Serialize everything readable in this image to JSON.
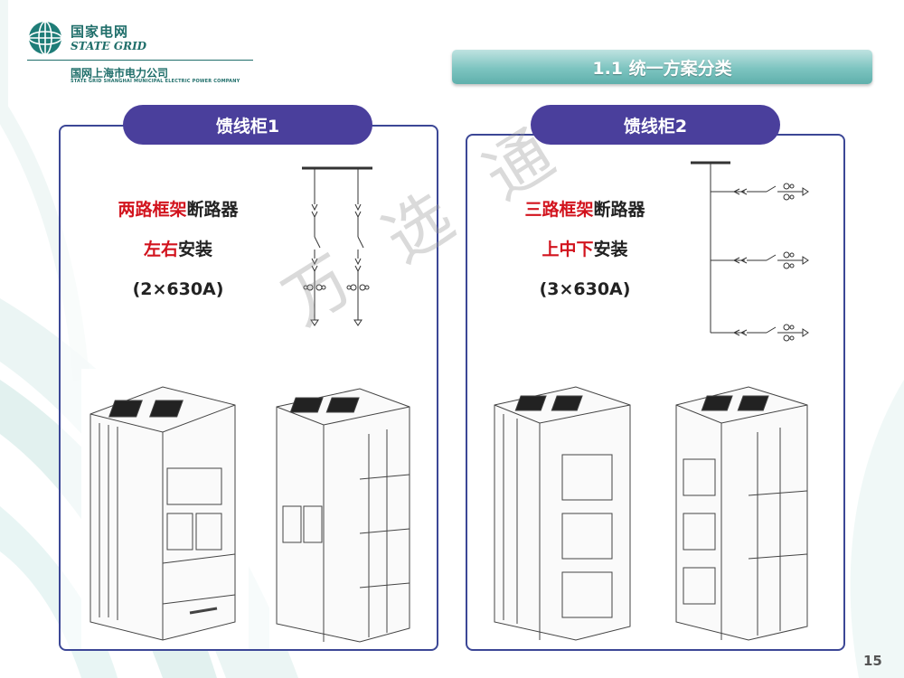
{
  "header": {
    "logo_cn": "国家电网",
    "logo_en": "STATE GRID",
    "company_cn": "国网上海市电力公司",
    "company_en": "STATE GRID SHANGHAI MUNICIPAL ELECTRIC POWER COMPANY"
  },
  "title": "1.1 统一方案分类",
  "panels": [
    {
      "label": "馈线柜1",
      "line1_red": "两路框架",
      "line1_dark": "断路器",
      "line2_red": "左右",
      "line2_dark": "安装",
      "line3": "(2×630A)"
    },
    {
      "label": "馈线柜2",
      "line1_red": "三路框架",
      "line1_dark": "断路器",
      "line2_red": "上中下",
      "line2_dark": "安装",
      "line3": "(3×630A)"
    }
  ],
  "watermark": "万 选 通",
  "page_number": "15",
  "colors": {
    "accent_teal": "#5fb0ac",
    "panel_border": "#3c4796",
    "pill": "#4a3f9c",
    "highlight_red": "#d2141e"
  }
}
